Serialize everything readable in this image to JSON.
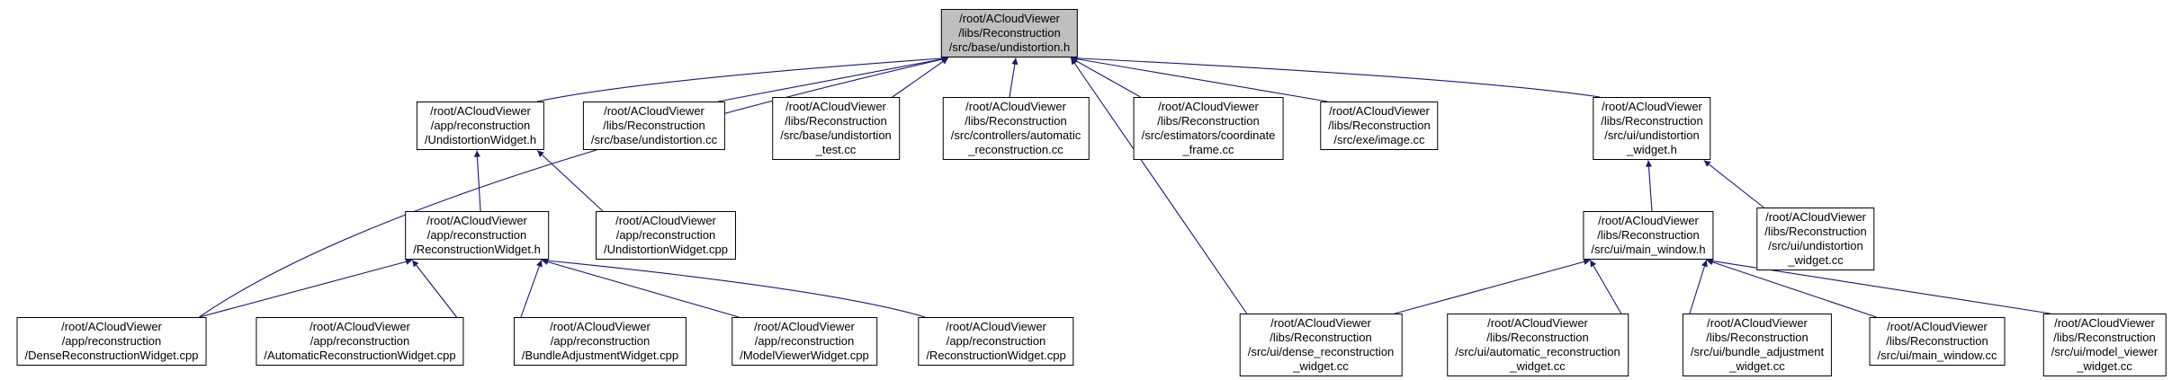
{
  "graph": {
    "title": "Included-by dependency graph for undistortion.h",
    "nodes": [
      {
        "id": "undistortion-h",
        "label": "/root/ACloudViewer\n/libs/Reconstruction\n/src/base/undistortion.h",
        "highlighted": true
      },
      {
        "id": "app-undistortion-widget-h",
        "label": "/root/ACloudViewer\n/app/reconstruction\n/UndistortionWidget.h",
        "highlighted": false
      },
      {
        "id": "undistortion-cc",
        "label": "/root/ACloudViewer\n/libs/Reconstruction\n/src/base/undistortion.cc",
        "highlighted": false
      },
      {
        "id": "undistortion-test-cc",
        "label": "/root/ACloudViewer\n/libs/Reconstruction\n/src/base/undistortion\n_test.cc",
        "highlighted": false
      },
      {
        "id": "automatic-reconstruction-cc",
        "label": "/root/ACloudViewer\n/libs/Reconstruction\n/src/controllers/automatic\n_reconstruction.cc",
        "highlighted": false
      },
      {
        "id": "coordinate-frame-cc",
        "label": "/root/ACloudViewer\n/libs/Reconstruction\n/src/estimators/coordinate\n_frame.cc",
        "highlighted": false
      },
      {
        "id": "image-cc",
        "label": "/root/ACloudViewer\n/libs/Reconstruction\n/src/exe/image.cc",
        "highlighted": false
      },
      {
        "id": "ui-undistortion-widget-h",
        "label": "/root/ACloudViewer\n/libs/Reconstruction\n/src/ui/undistortion\n_widget.h",
        "highlighted": false
      },
      {
        "id": "app-reconstruction-widget-h",
        "label": "/root/ACloudViewer\n/app/reconstruction\n/ReconstructionWidget.h",
        "highlighted": false
      },
      {
        "id": "app-undistortion-widget-cpp",
        "label": "/root/ACloudViewer\n/app/reconstruction\n/UndistortionWidget.cpp",
        "highlighted": false
      },
      {
        "id": "main-window-h",
        "label": "/root/ACloudViewer\n/libs/Reconstruction\n/src/ui/main_window.h",
        "highlighted": false
      },
      {
        "id": "ui-undistortion-widget-cc",
        "label": "/root/ACloudViewer\n/libs/Reconstruction\n/src/ui/undistortion\n_widget.cc",
        "highlighted": false
      },
      {
        "id": "app-dense-reconstruction-widget-cpp",
        "label": "/root/ACloudViewer\n/app/reconstruction\n/DenseReconstructionWidget.cpp",
        "highlighted": false
      },
      {
        "id": "app-automatic-reconstruction-widget-cpp",
        "label": "/root/ACloudViewer\n/app/reconstruction\n/AutomaticReconstructionWidget.cpp",
        "highlighted": false
      },
      {
        "id": "app-bundle-adjustment-widget-cpp",
        "label": "/root/ACloudViewer\n/app/reconstruction\n/BundleAdjustmentWidget.cpp",
        "highlighted": false
      },
      {
        "id": "app-model-viewer-widget-cpp",
        "label": "/root/ACloudViewer\n/app/reconstruction\n/ModelViewerWidget.cpp",
        "highlighted": false
      },
      {
        "id": "app-reconstruction-widget-cpp",
        "label": "/root/ACloudViewer\n/app/reconstruction\n/ReconstructionWidget.cpp",
        "highlighted": false
      },
      {
        "id": "ui-dense-reconstruction-widget-cc",
        "label": "/root/ACloudViewer\n/libs/Reconstruction\n/src/ui/dense_reconstruction\n_widget.cc",
        "highlighted": false
      },
      {
        "id": "ui-automatic-reconstruction-widget-cc",
        "label": "/root/ACloudViewer\n/libs/Reconstruction\n/src/ui/automatic_reconstruction\n_widget.cc",
        "highlighted": false
      },
      {
        "id": "ui-bundle-adjustment-widget-cc",
        "label": "/root/ACloudViewer\n/libs/Reconstruction\n/src/ui/bundle_adjustment\n_widget.cc",
        "highlighted": false
      },
      {
        "id": "ui-main-window-cc",
        "label": "/root/ACloudViewer\n/libs/Reconstruction\n/src/ui/main_window.cc",
        "highlighted": false
      },
      {
        "id": "ui-model-viewer-widget-cc",
        "label": "/root/ACloudViewer\n/libs/Reconstruction\n/src/ui/model_viewer\n_widget.cc",
        "highlighted": false
      }
    ],
    "edges": [
      {
        "from": "app-undistortion-widget-h",
        "to": "undistortion-h"
      },
      {
        "from": "undistortion-cc",
        "to": "undistortion-h"
      },
      {
        "from": "undistortion-test-cc",
        "to": "undistortion-h"
      },
      {
        "from": "automatic-reconstruction-cc",
        "to": "undistortion-h"
      },
      {
        "from": "coordinate-frame-cc",
        "to": "undistortion-h"
      },
      {
        "from": "image-cc",
        "to": "undistortion-h"
      },
      {
        "from": "ui-undistortion-widget-h",
        "to": "undistortion-h"
      },
      {
        "from": "app-dense-reconstruction-widget-cpp",
        "to": "undistortion-h"
      },
      {
        "from": "ui-dense-reconstruction-widget-cc",
        "to": "undistortion-h"
      },
      {
        "from": "app-reconstruction-widget-h",
        "to": "app-undistortion-widget-h"
      },
      {
        "from": "app-undistortion-widget-cpp",
        "to": "app-undistortion-widget-h"
      },
      {
        "from": "app-dense-reconstruction-widget-cpp",
        "to": "app-reconstruction-widget-h"
      },
      {
        "from": "app-automatic-reconstruction-widget-cpp",
        "to": "app-reconstruction-widget-h"
      },
      {
        "from": "app-bundle-adjustment-widget-cpp",
        "to": "app-reconstruction-widget-h"
      },
      {
        "from": "app-model-viewer-widget-cpp",
        "to": "app-reconstruction-widget-h"
      },
      {
        "from": "app-reconstruction-widget-cpp",
        "to": "app-reconstruction-widget-h"
      },
      {
        "from": "main-window-h",
        "to": "ui-undistortion-widget-h"
      },
      {
        "from": "ui-undistortion-widget-cc",
        "to": "ui-undistortion-widget-h"
      },
      {
        "from": "ui-dense-reconstruction-widget-cc",
        "to": "main-window-h"
      },
      {
        "from": "ui-automatic-reconstruction-widget-cc",
        "to": "main-window-h"
      },
      {
        "from": "ui-bundle-adjustment-widget-cc",
        "to": "main-window-h"
      },
      {
        "from": "ui-main-window-cc",
        "to": "main-window-h"
      },
      {
        "from": "ui-model-viewer-widget-cc",
        "to": "main-window-h"
      }
    ]
  },
  "colors": {
    "edge": "#191970",
    "arrow": "#191970",
    "node_border": "#000000",
    "node_background": "#ffffff",
    "highlight_background": "#bfbfbf",
    "text": "#000000"
  }
}
